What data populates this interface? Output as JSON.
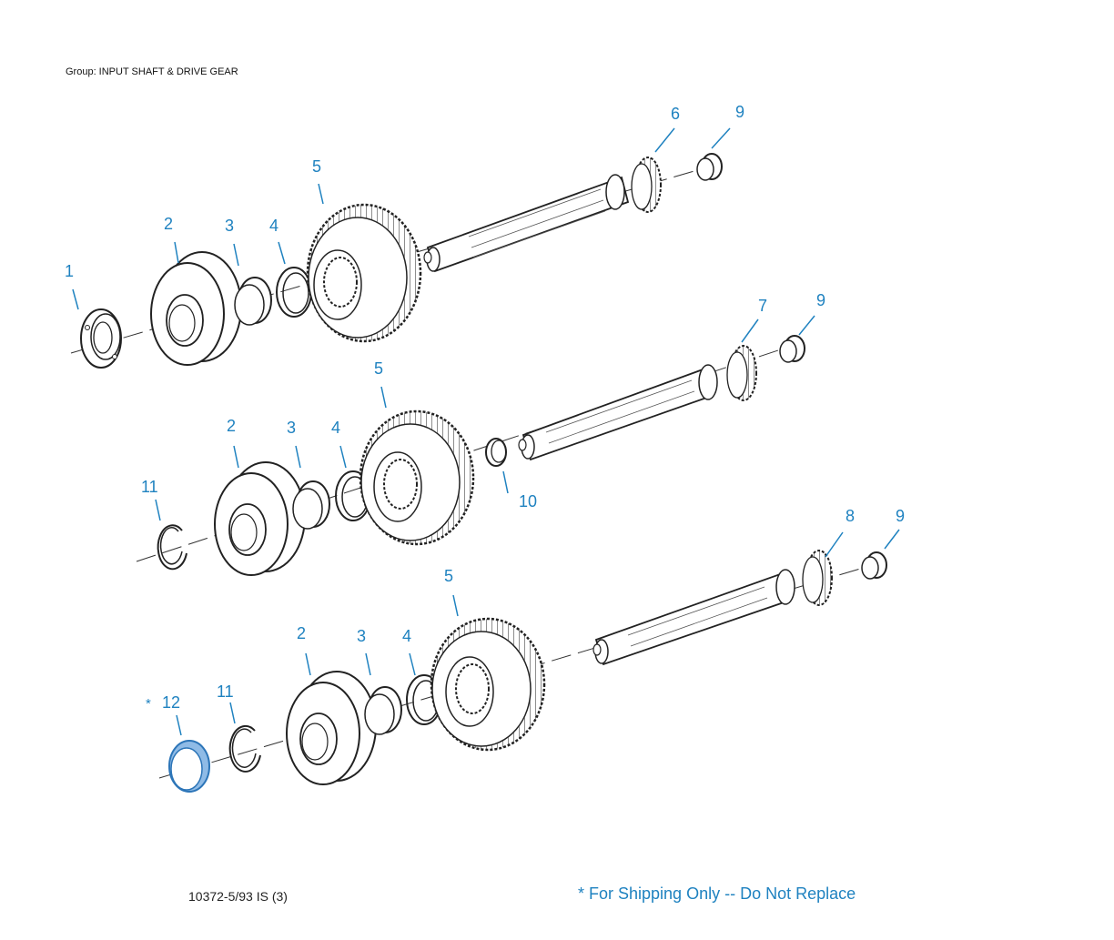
{
  "header": {
    "group_label": "Group: INPUT SHAFT & DRIVE GEAR"
  },
  "footer": {
    "drawing_number": "10372-5/93 IS (3)",
    "shipping_note": "* For Shipping Only -- Do Not Replace"
  },
  "colors": {
    "callout": "#1f82c0",
    "line": "#333333",
    "highlight": "#8fbbe6",
    "highlight_stroke": "#2c75b8"
  },
  "callouts": {
    "c1": "1",
    "c2a": "2",
    "c3a": "3",
    "c4a": "4",
    "c5a": "5",
    "c6": "6",
    "c9a": "9",
    "c7": "7",
    "c9b": "9",
    "c5b": "5",
    "c2b": "2",
    "c3b": "3",
    "c4b": "4",
    "c11a": "11",
    "c10": "10",
    "c8": "8",
    "c9c": "9",
    "c5c": "5",
    "c2c": "2",
    "c3c": "3",
    "c4c": "4",
    "c11b": "11",
    "c12": "12",
    "star": "*"
  }
}
